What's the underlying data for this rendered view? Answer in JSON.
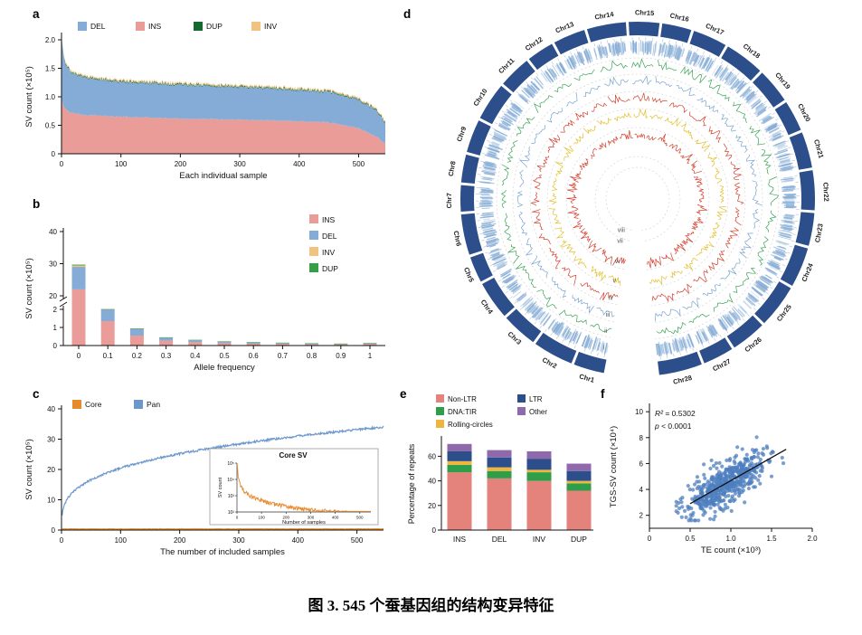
{
  "figure": {
    "panels": {
      "a": "a",
      "b": "b",
      "c": "c",
      "d": "d",
      "e": "e",
      "f": "f"
    },
    "caption": "图 3. 545 个蚕基因组的结构变异特征"
  },
  "chart_data": [
    {
      "id": "a",
      "type": "area",
      "xlabel": "Each individual sample",
      "ylabel": "SV count (×10⁵)",
      "xlim": [
        0,
        545
      ],
      "ylim": [
        0,
        2
      ],
      "xticks": [
        0,
        100,
        200,
        300,
        400,
        500
      ],
      "yticks": [
        0,
        0.5,
        1,
        1.5,
        2
      ],
      "ytick_labels": [
        "0",
        "0.5",
        "1.0",
        "1.5",
        "2.0"
      ],
      "legend": [
        {
          "label": "DEL",
          "color": "#85ACD6"
        },
        {
          "label": "INS",
          "color": "#E99C98"
        },
        {
          "label": "DUP",
          "color": "#15682F"
        },
        {
          "label": "INV",
          "color": "#F0C382"
        }
      ],
      "series_keypoints": {
        "x": [
          0,
          5,
          15,
          40,
          100,
          200,
          300,
          400,
          450,
          500,
          530,
          545
        ],
        "ins": [
          0.95,
          0.8,
          0.72,
          0.68,
          0.65,
          0.62,
          0.6,
          0.57,
          0.55,
          0.45,
          0.3,
          0.18
        ],
        "total": [
          2.0,
          1.62,
          1.43,
          1.33,
          1.26,
          1.21,
          1.17,
          1.12,
          1.08,
          0.95,
          0.75,
          0.55
        ]
      }
    },
    {
      "id": "b",
      "type": "bar",
      "stacked": true,
      "broken_y_axis": true,
      "xlabel": "Allele frequency",
      "ylabel": "SV count (×10⁵)",
      "categories": [
        "0",
        "0.1",
        "0.2",
        "0.3",
        "0.4",
        "0.5",
        "0.6",
        "0.7",
        "0.8",
        "0.9",
        "1"
      ],
      "yticks_lower": [
        0,
        1,
        2
      ],
      "yticks_upper": [
        20,
        30,
        40
      ],
      "series": [
        {
          "name": "INS",
          "color": "#E99C98",
          "values": [
            22,
            1.35,
            0.55,
            0.27,
            0.18,
            0.13,
            0.1,
            0.09,
            0.07,
            0.06,
            0.08
          ]
        },
        {
          "name": "DEL",
          "color": "#85ACD6",
          "values": [
            7,
            0.9,
            0.38,
            0.17,
            0.12,
            0.09,
            0.08,
            0.06,
            0.05,
            0.04,
            0.05
          ]
        },
        {
          "name": "INV",
          "color": "#F0C382",
          "values": [
            0.45,
            0.02,
            0.01,
            0.01,
            0.01,
            0.005,
            0.005,
            0.005,
            0.005,
            0.005,
            0.005
          ]
        },
        {
          "name": "DUP",
          "color": "#33A048",
          "values": [
            0.25,
            0.02,
            0.01,
            0.005,
            0.005,
            0.005,
            0.003,
            0.003,
            0.003,
            0.003,
            0.003
          ]
        }
      ]
    },
    {
      "id": "c",
      "type": "line",
      "xlabel": "The number of included samples",
      "ylabel": "SV count (×10⁵)",
      "xlim": [
        0,
        545
      ],
      "ylim": [
        0,
        40
      ],
      "xticks": [
        0,
        100,
        200,
        300,
        400,
        500
      ],
      "yticks": [
        0,
        10,
        20,
        30,
        40
      ],
      "pan": {
        "name": "Pan",
        "color": "#6B97CB",
        "scale": 34,
        "exponent": 0.3
      },
      "core": {
        "name": "Core",
        "color": "#E78A2E",
        "level": 0.35
      },
      "inset": {
        "title": "Core SV",
        "xlabel": "Number of samples",
        "ylabel": "SV count",
        "xticks": [
          0,
          100,
          200,
          300,
          400,
          500
        ],
        "ytick_labels": [
          "10²",
          "10³",
          "10⁴",
          "10⁵"
        ]
      }
    },
    {
      "id": "d",
      "type": "circos",
      "chromosomes": [
        "Chr1",
        "Chr2",
        "Chr3",
        "Chr4",
        "Chr5",
        "Chr6",
        "Chr7",
        "Chr8",
        "Chr9",
        "Chr10",
        "Chr11",
        "Chr12",
        "Chr13",
        "Chr14",
        "Chr15",
        "Chr16",
        "Chr17",
        "Chr18",
        "Chr19",
        "Chr20",
        "Chr21",
        "Chr22",
        "Chr23",
        "Chr24",
        "Chr25",
        "Chr26",
        "Chr27",
        "Chr28"
      ],
      "track_labels": [
        "i",
        "ii",
        "iii",
        "iv",
        "v",
        "vi",
        "vii",
        "viii"
      ],
      "tracks": [
        {
          "label": "i",
          "kind": "tick-density",
          "color": "#89AED6"
        },
        {
          "label": "ii",
          "kind": "line",
          "color": "#3AA355"
        },
        {
          "label": "iii",
          "kind": "line",
          "color": "#7AA3CF"
        },
        {
          "label": "iv",
          "kind": "line",
          "color": "#D4402F"
        },
        {
          "label": "v",
          "kind": "line",
          "color": "#E2BF2D"
        },
        {
          "label": "vi",
          "kind": "line",
          "color": "#D4402F"
        },
        {
          "label": "vii",
          "kind": "guide",
          "color": "#cfcfcf"
        },
        {
          "label": "viii",
          "kind": "guide",
          "color": "#cfcfcf"
        }
      ],
      "ideogram_color": "#2C4E8A"
    },
    {
      "id": "e",
      "type": "bar",
      "stacked": true,
      "ylabel": "Percentage of repeats",
      "categories": [
        "INS",
        "DEL",
        "INV",
        "DUP"
      ],
      "yticks": [
        0,
        20,
        40,
        60
      ],
      "ylim": [
        0,
        75
      ],
      "legend_layout": [
        [
          "Non-LTR",
          "DNA:TIR",
          "Rolling-circles"
        ],
        [
          "LTR",
          "Other"
        ]
      ],
      "series": [
        {
          "name": "Non-LTR",
          "color": "#E4837B",
          "values": [
            47,
            42,
            40,
            32
          ]
        },
        {
          "name": "DNA:TIR",
          "color": "#2F9E49",
          "values": [
            6,
            6,
            7,
            6
          ]
        },
        {
          "name": "Rolling-circles",
          "color": "#EFB63F",
          "values": [
            3,
            3,
            2,
            2
          ]
        },
        {
          "name": "LTR",
          "color": "#2C4E8A",
          "values": [
            8,
            8,
            9,
            8
          ]
        },
        {
          "name": "Other",
          "color": "#9068AC",
          "values": [
            6,
            6,
            6,
            6
          ]
        }
      ]
    },
    {
      "id": "f",
      "type": "scatter",
      "xlabel": "TE count (×10³)",
      "ylabel": "TGS-SV count (×10⁴)",
      "xticks": [
        0,
        0.5,
        1,
        1.5,
        2
      ],
      "xtick_labels": [
        "0",
        "0.5",
        "1.0",
        "1.5",
        "2.0"
      ],
      "yticks": [
        2,
        4,
        6,
        8,
        10
      ],
      "n_points": 545,
      "point_color": "#4E7FBF",
      "annotation": {
        "r2_label": "R²",
        "r2_value": " = 0.5302",
        "p_label": "p",
        "p_value": " < 0.0001"
      },
      "trend": {
        "x1": 0.5,
        "y1": 2.9,
        "x2": 1.68,
        "y2": 7.1
      }
    }
  ]
}
